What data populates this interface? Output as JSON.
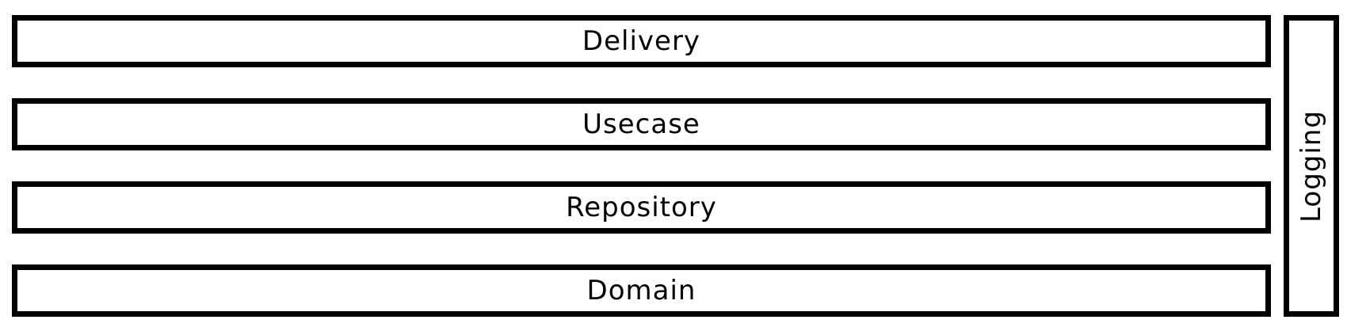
{
  "diagram": {
    "layers": [
      {
        "label": "Delivery"
      },
      {
        "label": "Usecase"
      },
      {
        "label": "Repository"
      },
      {
        "label": "Domain"
      }
    ],
    "cross_cutting": {
      "label": "Logging"
    },
    "colors": {
      "stroke": "#000000",
      "fill": "#ffffff",
      "text": "#000000"
    }
  }
}
